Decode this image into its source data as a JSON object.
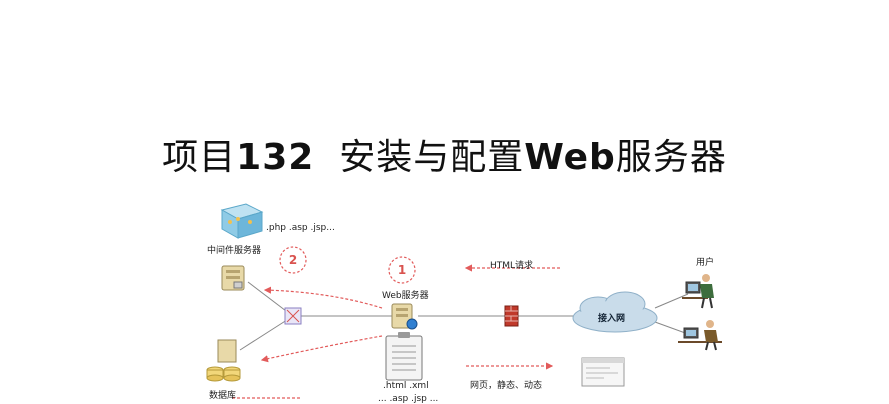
{
  "title": {
    "prefix": "项目",
    "number": "132",
    "text_a": "安装与配置",
    "text_b": "Web",
    "text_c": "服务器"
  },
  "diagram": {
    "middleware_ext_label": ".php .asp .jsp...",
    "middleware_server_label": "中间件服务器",
    "step2": "2",
    "step1": "1",
    "http_request_label": "HTML请求",
    "web_server_label": "Web服务器",
    "user_label": "用户",
    "access_network_label": "接入网",
    "html_xml_label": ".html .xml",
    "webpage_label": "网页，静态、动态",
    "database_label": "数据库",
    "bottom_cut_label": "... .asp .jsp ..."
  },
  "colors": {
    "arrow_red": "#e25b5b",
    "step_red": "#d9534f",
    "firewall_red": "#c0392b",
    "cloud_blue": "#c9dcea",
    "line_gray": "#888888"
  }
}
